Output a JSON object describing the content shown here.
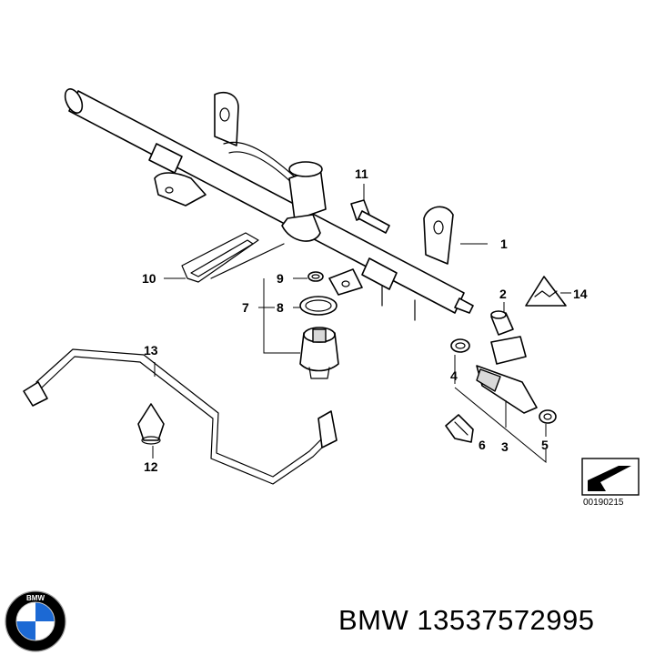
{
  "callouts": [
    "1",
    "2",
    "3",
    "4",
    "5",
    "6",
    "7",
    "8",
    "9",
    "10",
    "11",
    "12",
    "13",
    "14"
  ],
  "reference_code": "00190215",
  "footer": {
    "brand": "BMW",
    "part_number": "13537572995",
    "text": "BMW 13537572995"
  },
  "logo": {
    "letters": "BMW",
    "colors": {
      "blue": "#1c69d4",
      "white": "#ffffff",
      "ring": "#000000"
    }
  },
  "icons": [
    "warning-triangle-icon",
    "arrow-view-icon",
    "bmw-roundel-icon"
  ]
}
